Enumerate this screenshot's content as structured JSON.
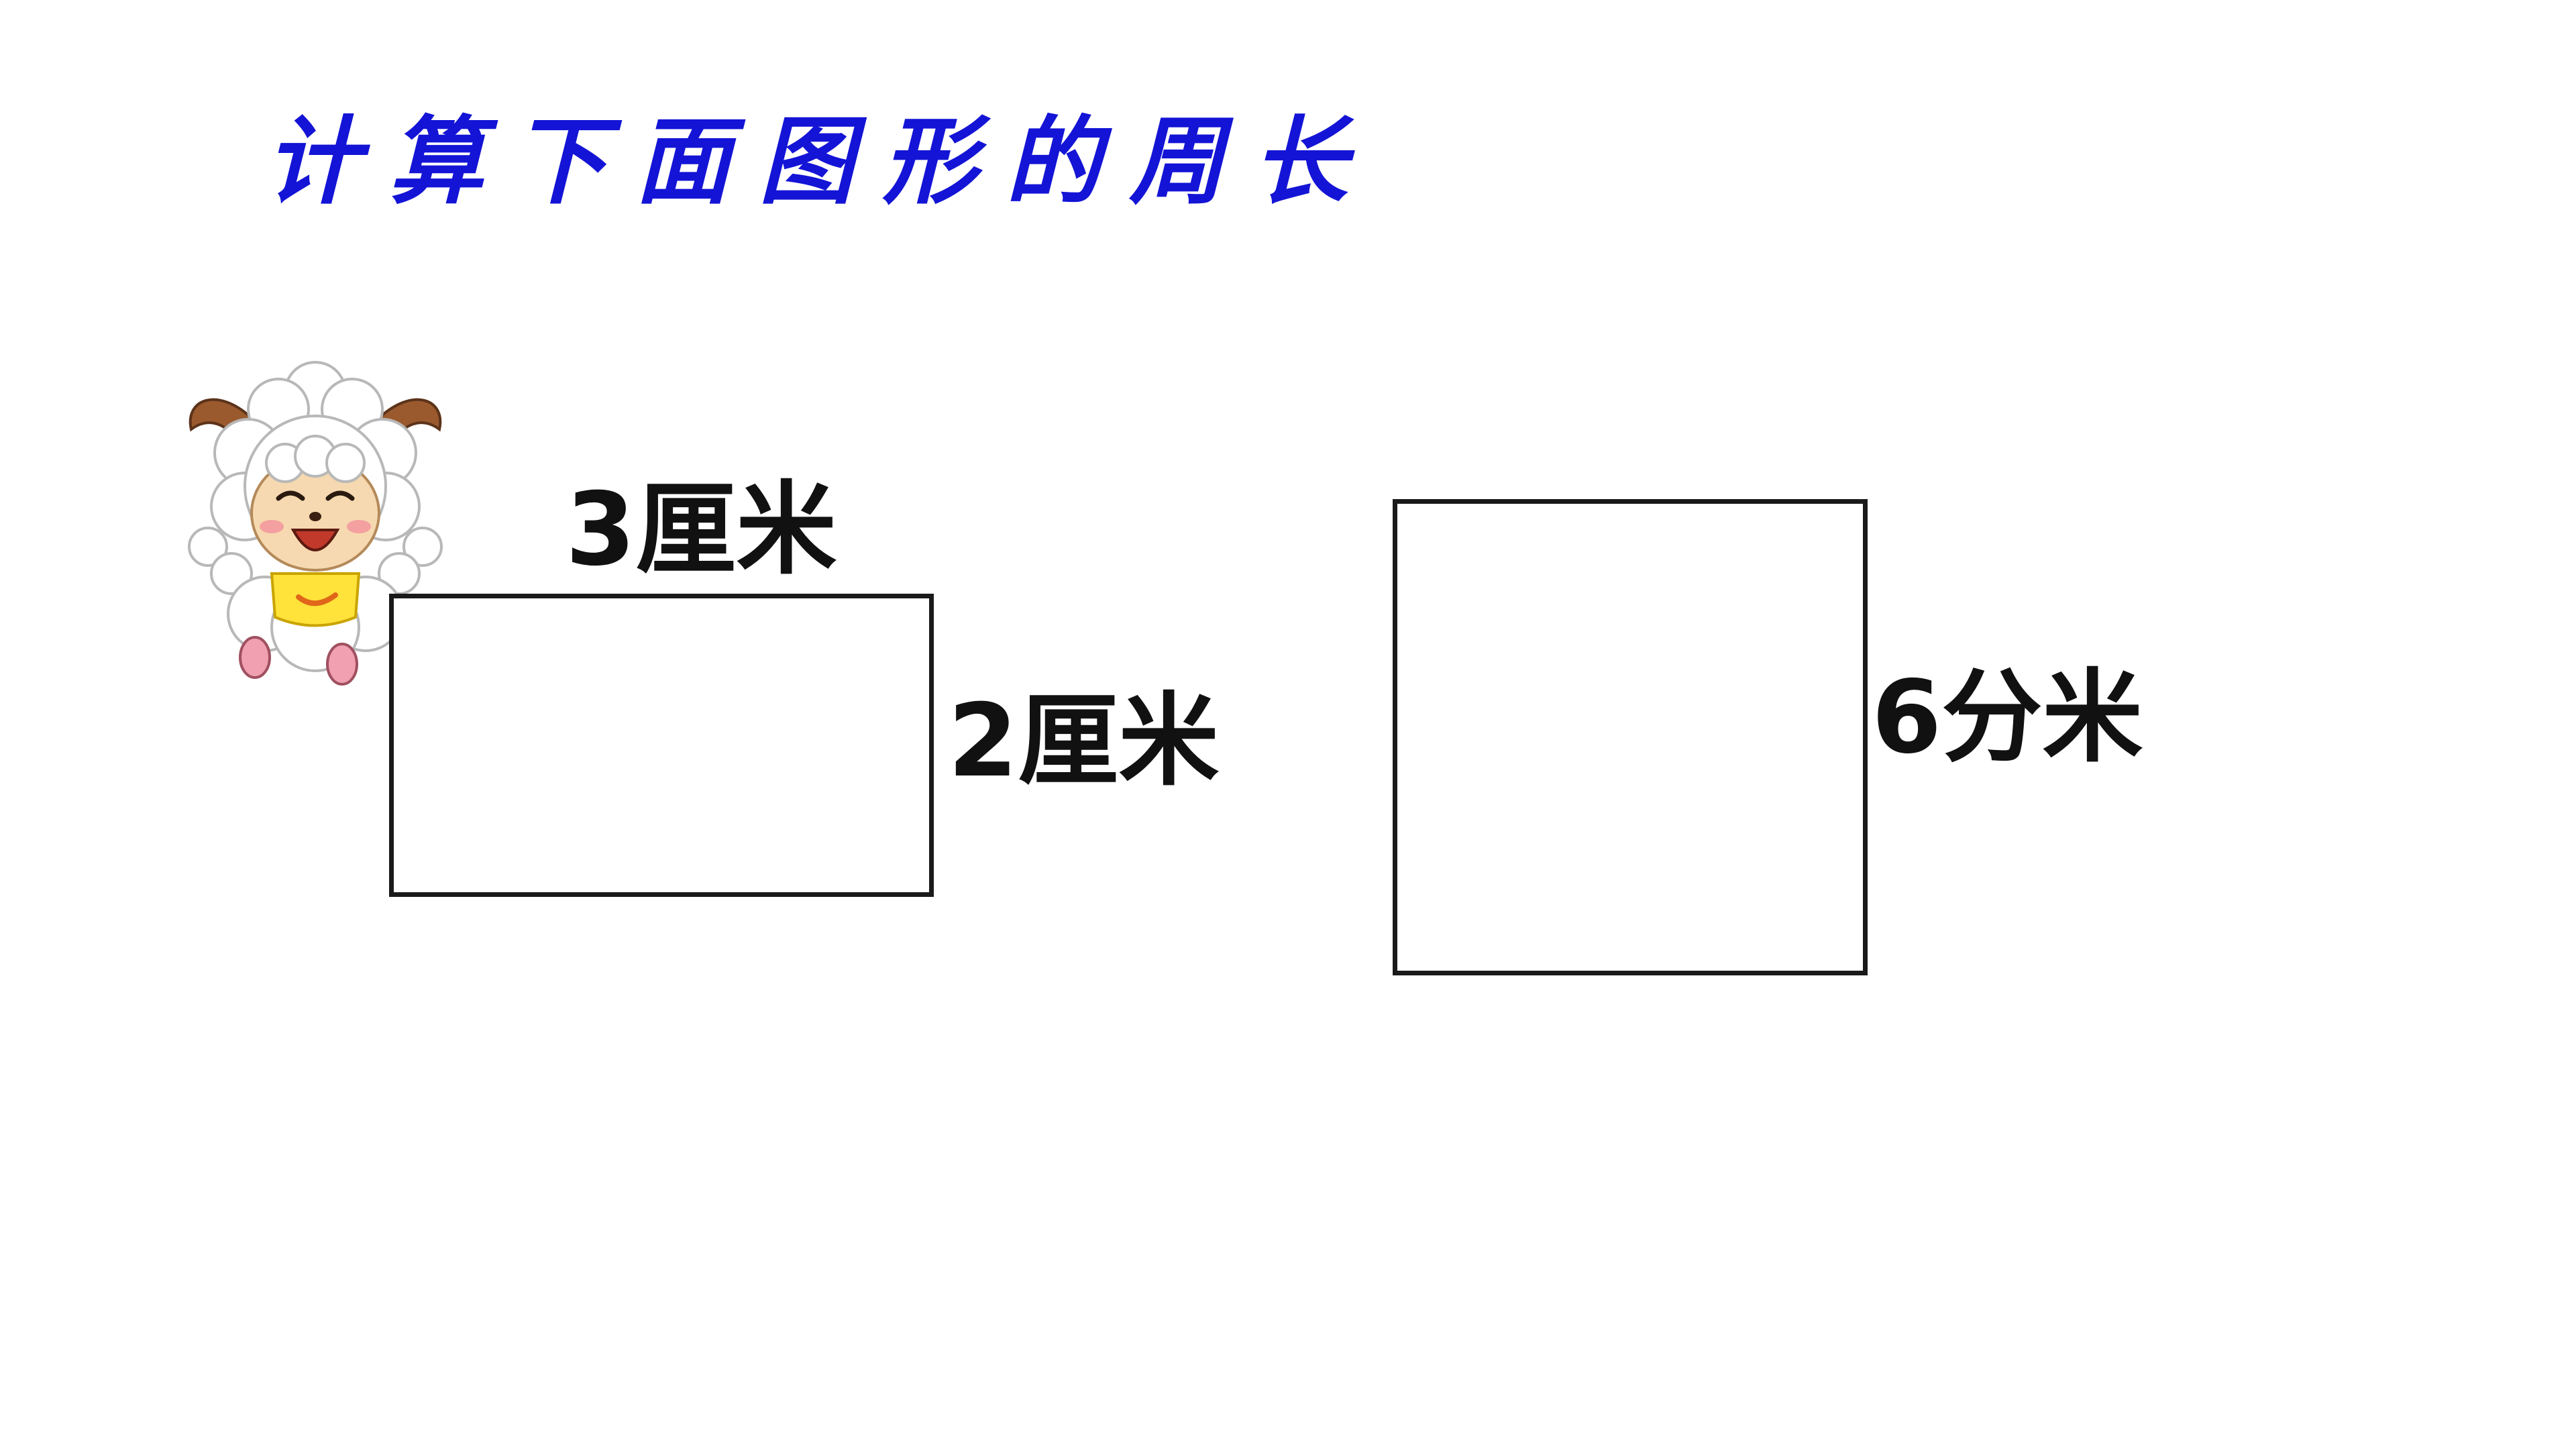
{
  "title": "计算下面图形的周长",
  "colors": {
    "title": "#1414d6",
    "shape_stroke": "#1a1a1a",
    "label": "#111111",
    "background": "#ffffff"
  },
  "rectangle": {
    "length_label": "3厘米",
    "width_label": "2厘米"
  },
  "square": {
    "side_label": "6分米"
  },
  "decoration": {
    "mascot": "cartoon-sheep-icon"
  }
}
